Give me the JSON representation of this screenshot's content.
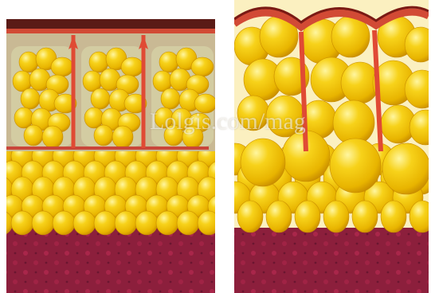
{
  "panels": [
    {
      "id": "left",
      "caption": "",
      "state": "compartmentalized fat lobules with straight septa"
    },
    {
      "id": "right",
      "caption": "",
      "state": "enlarged fat lobules bulging the skin surface"
    }
  ],
  "watermark": "Lolgis.com/mag",
  "colors": {
    "fat": "#f0c000",
    "fat_highlight": "#fff6a0",
    "fat_shadow": "#c88c00",
    "septa": "#e0503a",
    "skin": "#d24a35",
    "dermis_line": "#7a1a14",
    "chamber": "#d3cca2",
    "muscle": "#8c1f3c",
    "muscle_dark": "#6b1530",
    "background": "#ffffff"
  }
}
